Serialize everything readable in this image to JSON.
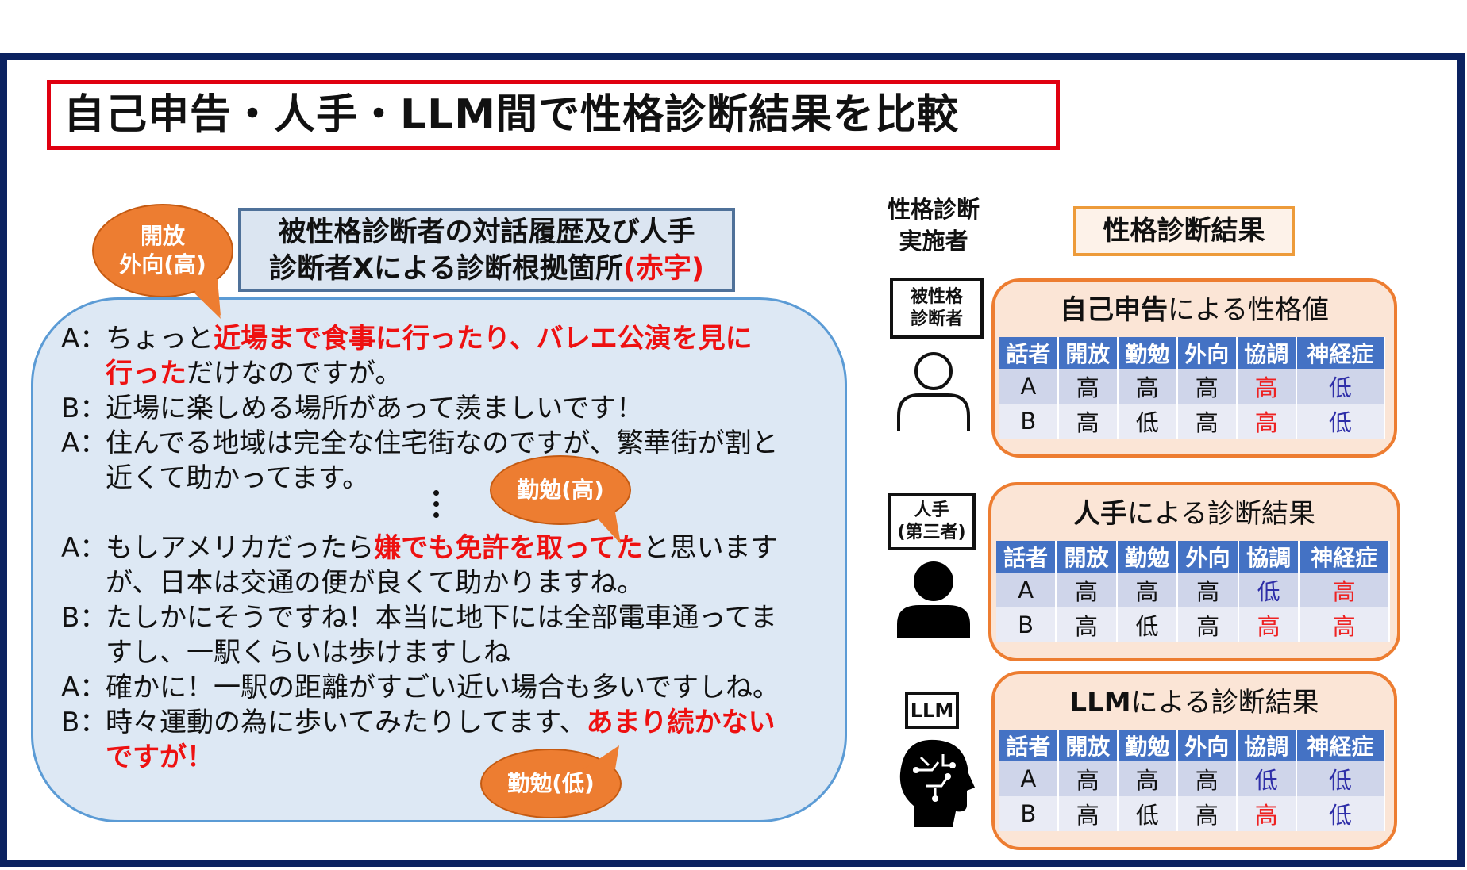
{
  "title": "自己申告・人手・LLM間で性格診断結果を比較",
  "dialogue_label": {
    "line1": "被性格診断者の対話履歴及び人手",
    "line2_a": "診断者Xによる診断根拠箇所",
    "line2_b": "(赤字)"
  },
  "dialogue": [
    {
      "speaker": "A：",
      "segs": [
        [
          "ちょっと",
          0
        ],
        [
          "近場まで食事に行ったり、バレエ公演を見に",
          1
        ]
      ]
    },
    {
      "speaker": "",
      "segs": [
        [
          "行った",
          1
        ],
        [
          "だけなのですが。",
          0
        ]
      ]
    },
    {
      "speaker": "B：",
      "segs": [
        [
          "近場に楽しめる場所があって羨ましいです！",
          0
        ]
      ]
    },
    {
      "speaker": "A：",
      "segs": [
        [
          "住んでる地域は完全な住宅街なのですが、繁華街が割と",
          0
        ]
      ]
    },
    {
      "speaker": "",
      "segs": [
        [
          "近くて助かってます。",
          0
        ]
      ]
    },
    {
      "speaker": "",
      "segs": [
        [
          "",
          0
        ]
      ]
    },
    {
      "speaker": "A：",
      "segs": [
        [
          "もしアメリカだったら",
          0
        ],
        [
          "嫌でも免許を取ってた",
          1
        ],
        [
          "と思います",
          0
        ]
      ]
    },
    {
      "speaker": "",
      "segs": [
        [
          "が、日本は交通の便が良くて助かりますね。",
          0
        ]
      ]
    },
    {
      "speaker": "B：",
      "segs": [
        [
          "たしかにそうですね！本当に地下には全部電車通ってま",
          0
        ]
      ]
    },
    {
      "speaker": "",
      "segs": [
        [
          "すし、一駅くらいは歩けますしね",
          0
        ]
      ]
    },
    {
      "speaker": "A：",
      "segs": [
        [
          "確かに！一駅の距離がすごい近い場合も多いですしね。",
          0
        ]
      ]
    },
    {
      "speaker": "B：",
      "segs": [
        [
          "時々運動の為に歩いてみたりしてます、",
          0
        ],
        [
          "あまり続かない",
          1
        ]
      ]
    },
    {
      "speaker": "",
      "segs": [
        [
          "ですが！",
          1
        ]
      ]
    }
  ],
  "bubbles": {
    "b1_line1": "開放",
    "b1_line2": "外向(高)",
    "b2": "勤勉(高)",
    "b3": "勤勉(低)"
  },
  "executor_header": {
    "line1": "性格診断",
    "line2": "実施者"
  },
  "results_header": "性格診断結果",
  "executors": {
    "self": {
      "line1": "被性格",
      "line2": "診断者"
    },
    "human": {
      "line1": "人手",
      "line2": "(第三者)"
    },
    "llm": "LLM"
  },
  "columns": [
    "話者",
    "開放",
    "勤勉",
    "外向",
    "協調",
    "神経症"
  ],
  "panels": [
    {
      "title_bold": "自己申告",
      "title_rest": "による性格値",
      "rows": [
        [
          "A",
          "高",
          "高",
          "高",
          "高",
          "低"
        ],
        [
          "B",
          "高",
          "低",
          "高",
          "高",
          "低"
        ]
      ]
    },
    {
      "title_bold": "人手",
      "title_rest": "による診断結果",
      "rows": [
        [
          "A",
          "高",
          "高",
          "高",
          "低",
          "高"
        ],
        [
          "B",
          "高",
          "低",
          "高",
          "高",
          "高"
        ]
      ]
    },
    {
      "title_bold": "LLM",
      "title_rest": "による診断結果",
      "rows": [
        [
          "A",
          "高",
          "高",
          "高",
          "低",
          "低"
        ],
        [
          "B",
          "高",
          "低",
          "高",
          "高",
          "低"
        ]
      ]
    }
  ],
  "colors": {
    "high": "#ee2222",
    "low": "#2e2ea8",
    "header": "#4472c4",
    "accent": "#ed7d31"
  }
}
